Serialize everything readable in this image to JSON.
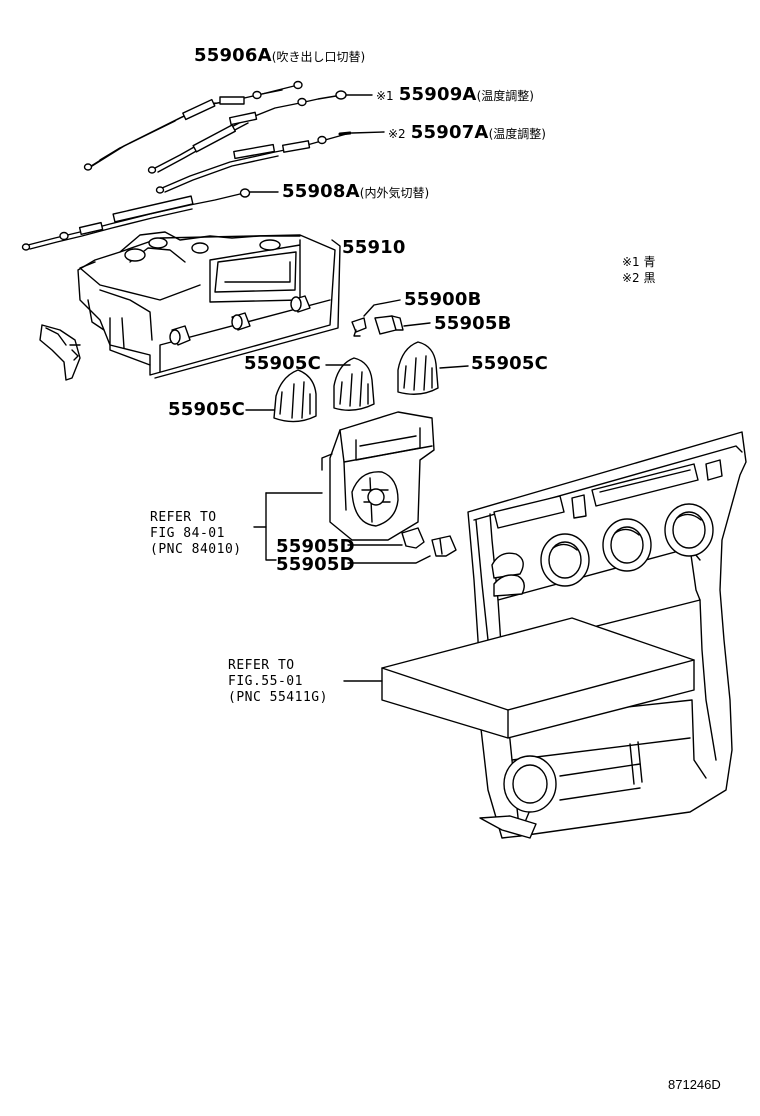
{
  "parts": {
    "p55906A": {
      "number": "55906A",
      "note": "(吹き出し口切替)"
    },
    "p55909A": {
      "mark": "※1",
      "number": "55909A",
      "note": "(温度調整)"
    },
    "p55907A": {
      "mark": "※2",
      "number": "55907A",
      "note": "(温度調整)"
    },
    "p55908A": {
      "number": "55908A",
      "note": "(内外気切替)"
    },
    "p55910": {
      "number": "55910"
    },
    "p55900B": {
      "number": "55900B"
    },
    "p55905B": {
      "number": "55905B"
    },
    "p55905C_left": {
      "number": "55905C"
    },
    "p55905C_right": {
      "number": "55905C"
    },
    "p55905C_lower": {
      "number": "55905C"
    },
    "p55905D_1": {
      "number": "55905D"
    },
    "p55905D_2": {
      "number": "55905D"
    }
  },
  "legend": {
    "item1": "※1 青",
    "item2": "※2 黒"
  },
  "refs": {
    "ref1": {
      "line1": "REFER TO",
      "line2": "FIG 84-01",
      "line3": "(PNC 84010)"
    },
    "ref2": {
      "line1": "REFER TO",
      "line2": "FIG.55-01",
      "line3": "(PNC 55411G)"
    }
  },
  "diagram_code": "871246D"
}
